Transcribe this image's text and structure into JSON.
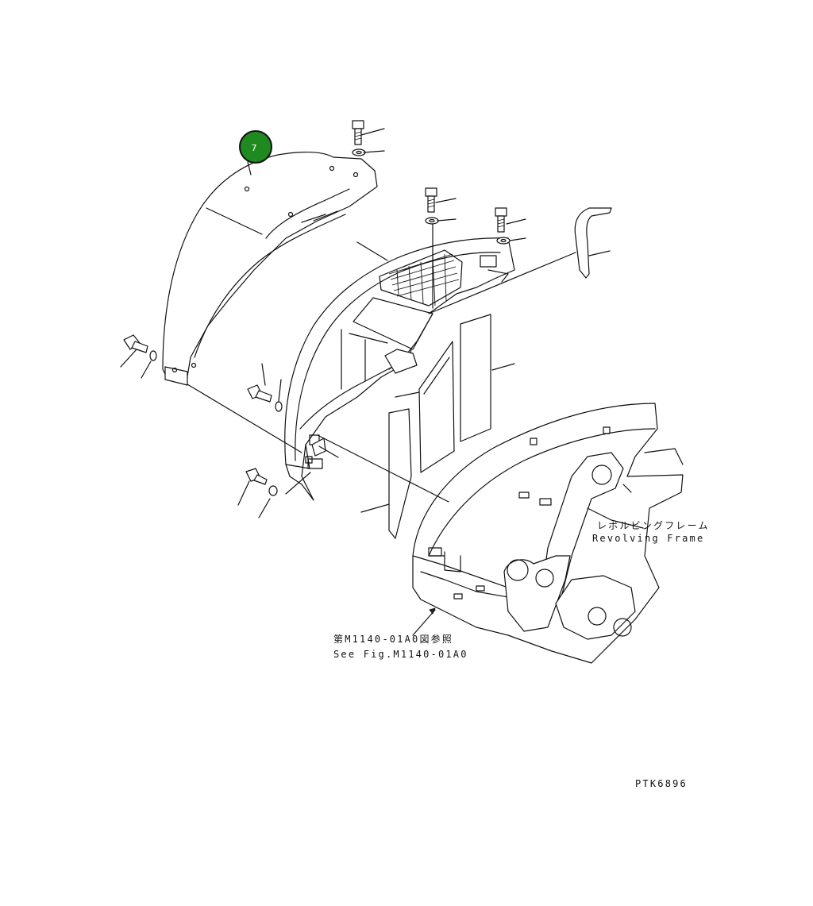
{
  "diagram": {
    "callout": {
      "number": "7",
      "color": "#1f8a1f"
    },
    "labels": {
      "frame_jp": "レボルビングフレーム",
      "frame_en": "Revolving Frame",
      "see_fig_jp": "第M1140-01A0図参照",
      "see_fig_en": "See Fig.M1140-01A0",
      "drawing_code": "PTK6896"
    }
  }
}
